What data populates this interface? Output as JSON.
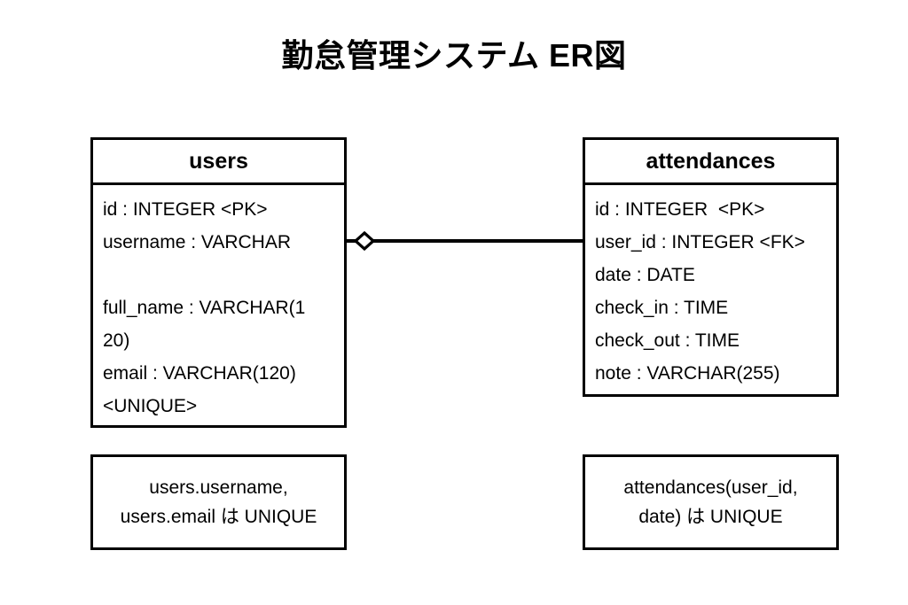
{
  "diagram": {
    "title": "勤怠管理システム ER図",
    "background_color": "#ffffff",
    "stroke_color": "#000000",
    "type": "entity-relationship-diagram"
  },
  "entities": [
    {
      "id": "users",
      "name": "users",
      "fields": [
        "id : INTEGER <PK>",
        "username : VARCHAR",
        "",
        "full_name : VARCHAR(1",
        "20)",
        "email : VARCHAR(120)",
        "<UNIQUE>"
      ]
    },
    {
      "id": "attendances",
      "name": "attendances",
      "fields": [
        "id : INTEGER  <PK>",
        "user_id : INTEGER <FK>",
        "date : DATE",
        "check_in : TIME",
        "check_out : TIME",
        "note : VARCHAR(255)"
      ]
    }
  ],
  "relationship": {
    "from": "users",
    "to": "attendances",
    "marker": "zero-or-one-diamond"
  },
  "notes": [
    {
      "id": "users-note",
      "text": "users.username,\nusers.email は UNIQUE"
    },
    {
      "id": "attendances-note",
      "text": "attendances(user_id,\ndate) は UNIQUE"
    }
  ]
}
